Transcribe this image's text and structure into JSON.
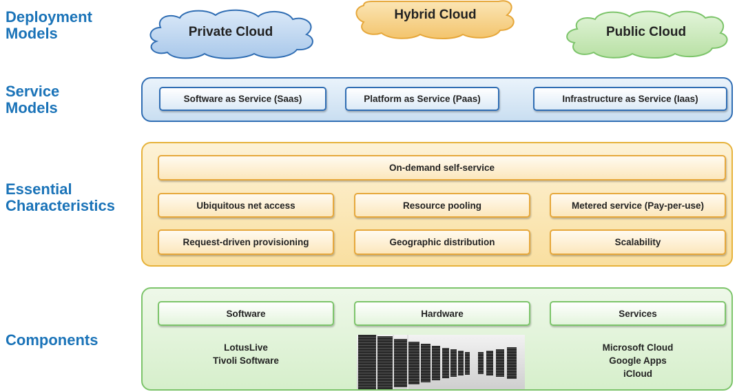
{
  "labels": {
    "deployment": [
      "Deployment",
      "Models"
    ],
    "service": [
      "Service",
      "Models"
    ],
    "essential": [
      "Essential",
      "Characteristics"
    ],
    "components": "Components"
  },
  "deployment_models": {
    "private": "Private Cloud",
    "hybrid": "Hybrid Cloud",
    "public": "Public Cloud"
  },
  "service_models": [
    "Software as Service (Saas)",
    "Platform as Service (Paas)",
    "Infrastructure as Service (Iaas)"
  ],
  "essential_characteristics": {
    "top": "On-demand self-service",
    "row1": [
      "Ubiquitous net access",
      "Resource pooling",
      "Metered service (Pay-per-use)"
    ],
    "row2": [
      "Request-driven provisioning",
      "Geographic distribution",
      "Scalability"
    ]
  },
  "components": {
    "headers": [
      "Software",
      "Hardware",
      "Services"
    ],
    "software_items": [
      "LotusLive",
      "Tivoli Software"
    ],
    "services_items": [
      "Microsoft Cloud",
      "Google Apps",
      "iCloud"
    ]
  },
  "colors": {
    "label_blue": "#1a73b8",
    "service_border": "#2f6db3",
    "essential_border": "#e6b23a",
    "components_border": "#7cc46a",
    "private_cloud_fill": "#c6dbf2",
    "hybrid_cloud_fill": "#f7d593",
    "public_cloud_fill": "#cdebbe"
  },
  "icons": {
    "server_rack_image": "server-racks-photo"
  }
}
